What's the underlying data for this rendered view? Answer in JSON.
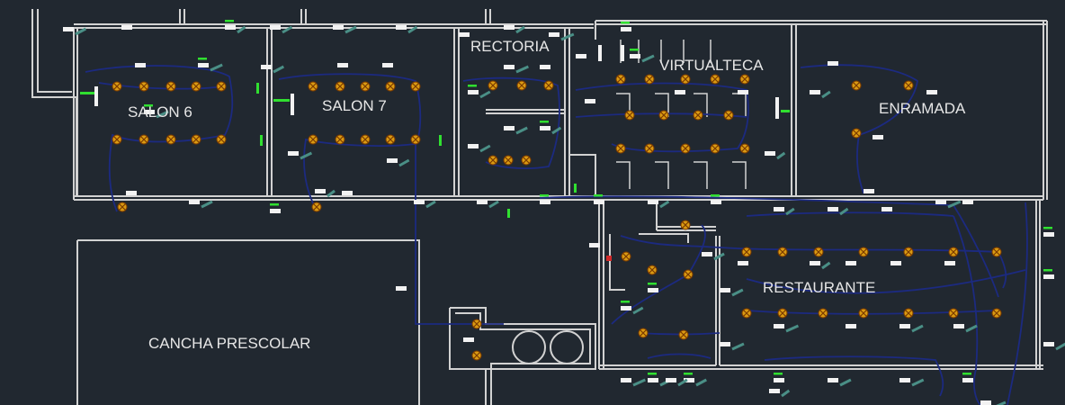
{
  "colors": {
    "background": "#212830",
    "wall": "#d2d2d2",
    "circuit": "#1c2a80",
    "fixture_fill": "#d99a12",
    "fixture_stroke": "#7a3a00",
    "switch_green": "#30e030",
    "label_white": "#f2f2f2",
    "teal_mark": "#4a8f86",
    "outlet_red": "#d22a2a",
    "room_text": "#e6e6e6"
  },
  "rooms": [
    {
      "id": "salon-6",
      "label": "SALON 6"
    },
    {
      "id": "salon-7",
      "label": "SALON 7"
    },
    {
      "id": "rectoria",
      "label": "RECTORIA"
    },
    {
      "id": "virtualteca",
      "label": "VIRTUALTECA"
    },
    {
      "id": "enramada",
      "label": "ENRAMADA"
    },
    {
      "id": "restaurante",
      "label": "RESTAURANTE"
    },
    {
      "id": "cancha-prescolar",
      "label": "CANCHA PRESCOLAR"
    }
  ],
  "symbols": {
    "light_fixture": "crossed-circle-icon",
    "switch": "switch-icon",
    "wall_outlet": "outlet-icon",
    "circuit_tag": "tag-label-icon"
  }
}
